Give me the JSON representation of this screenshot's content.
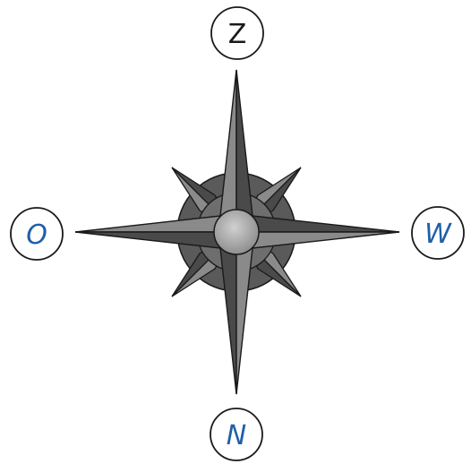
{
  "compass": {
    "top_label": "Z",
    "left_label": "O",
    "right_label": "W",
    "bottom_label": "N"
  },
  "colors": {
    "top_label": "#1a1a1a",
    "side_labels": "#1f5fa8",
    "circle_stroke": "#1a1a1a",
    "star_light": "#8a8a8a",
    "star_dark": "#4a4a4a",
    "hub": "#a8a8a8"
  }
}
